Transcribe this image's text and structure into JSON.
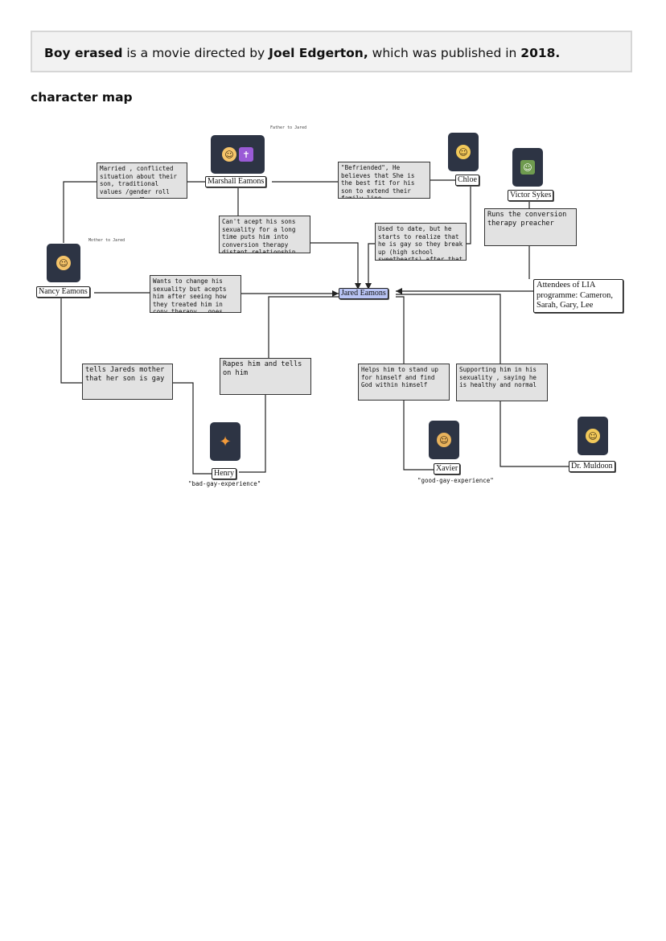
{
  "header": {
    "film_title": "Boy erased",
    "text_1": " is a movie directed by ",
    "director": "Joel Edgerton,",
    "text_2": " which was published in ",
    "year": "2018."
  },
  "section_title": "character map",
  "characters": {
    "marshall": "Marshall Eamons",
    "chloe": "Chloe",
    "victor": "Victor Sykes",
    "nancy": "Nancy Eamons",
    "jared": "Jared Eamons",
    "attendees": "Attendees of LIA programme: Cameron, Sarah, Gary, Lee",
    "henry": "Henry",
    "xavier": "Xavier",
    "muldoon": "Dr. Muldoon"
  },
  "notes": {
    "marshall_nancy": "Married , conflicted situation about their son, traditional values /gender roll",
    "infinity": "∞",
    "chloe_marshall": "\"Befriended\", He believes that She is the best fit for his son to extend their family line",
    "marshall_jared": "Can't acept his sons sexuality for a long time puts him into conversion therapy distant relationship from the start",
    "chloe_jared": "Used to date, but he starts to realize that he is gay so they break up (high school sweethearts) after that : no relations",
    "victor": "Runs the conversion therapy preacher",
    "nancy_jared": "Wants to change his sexuality but acepts him after seeing how they treated him in conv therapy , goes against her husband wishes and supports her son",
    "nancy_henry": "tells Jareds mother that her son is gay",
    "henry": "Rapes him and tells on him",
    "xavier": "Helps him to stand up for himself and find God within himself",
    "muldoon": "Supporting him in his sexuality , saying he is healthy and normal"
  },
  "small_notes": {
    "father": "Father to Jared",
    "mother": "Mother to Jared"
  },
  "captions": {
    "henry": "\"bad-gay-experience\"",
    "xavier": "\"good-gay-experience\""
  },
  "icons": {
    "marshall": "man-and-latin-cross-icon",
    "chloe": "blond-woman-icon",
    "victor": "preacher-icon",
    "nancy": "older-woman-icon",
    "henry": "running-man-icon",
    "xavier": "graduate-icon",
    "muldoon": "health-worker-icon"
  },
  "colors": {
    "main_node": "#b9c4f4",
    "note_fill": "#e2e2e2",
    "avatar_bg": "#2d3444"
  }
}
